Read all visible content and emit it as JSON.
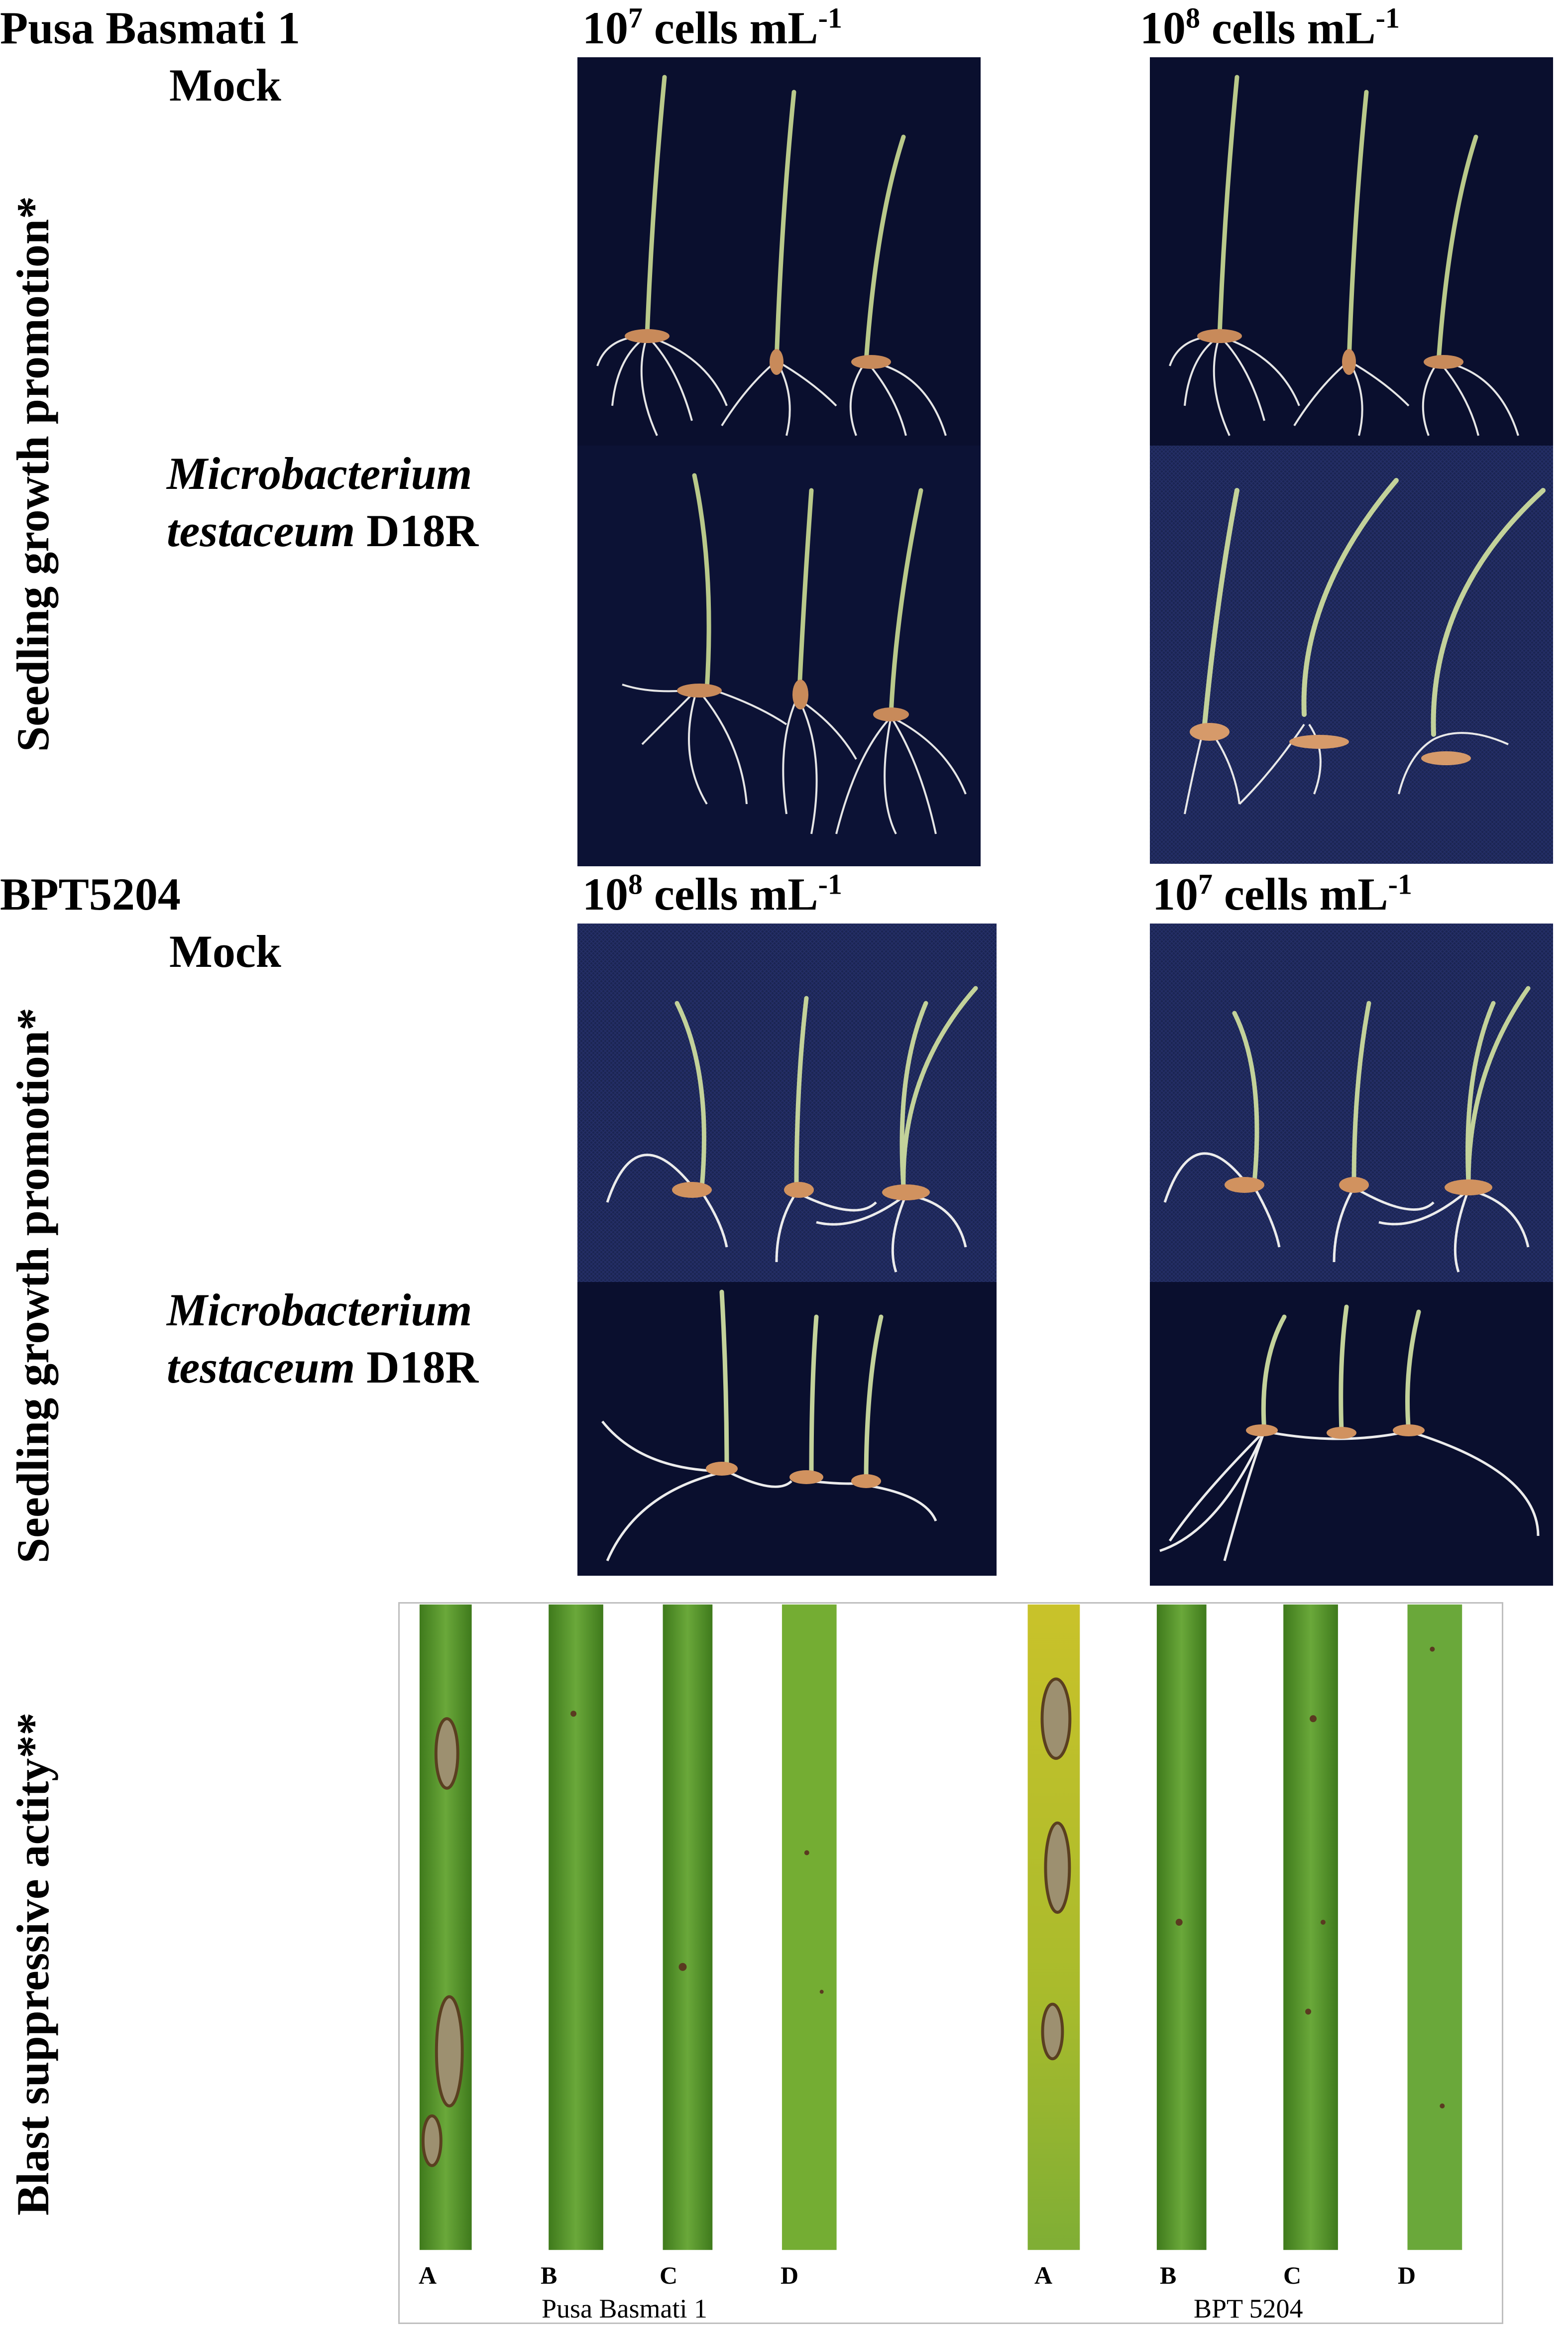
{
  "top_section": {
    "cultivar": "Pusa Basmati 1",
    "col1_conc": {
      "base": "10",
      "exp": "7",
      "unit": " cells mL",
      "unit_exp": "-1"
    },
    "col2_conc": {
      "base": "10",
      "exp": "8",
      "unit": " cells mL",
      "unit_exp": "-1"
    },
    "row1_label": "Mock",
    "row2_label_line1": "Microbacterium",
    "row2_label_line2_italic": "testaceum",
    "row2_label_line2_rest": " D18R",
    "side_label": "Seedling growth promotion*"
  },
  "middle_section": {
    "cultivar": "BPT5204",
    "col1_conc": {
      "base": "10",
      "exp": "8",
      "unit": " cells mL",
      "unit_exp": "-1"
    },
    "col2_conc": {
      "base": "10",
      "exp": "7",
      "unit": " cells mL",
      "unit_exp": "-1"
    },
    "row1_label": "Mock",
    "row2_label_line1": "Microbacterium",
    "row2_label_line2_italic": "testaceum",
    "row2_label_line2_rest": " D18R",
    "side_label": "Seedling growth promotion*"
  },
  "bottom_section": {
    "side_label": "Blast suppressive actity**",
    "leaf_letters": [
      "A",
      "B",
      "C",
      "D",
      "A",
      "B",
      "C",
      "D"
    ],
    "group1_name": "Pusa Basmati 1",
    "group2_name": "BPT 5204"
  },
  "colors": {
    "photo_bg_dark": "#0a0f2e",
    "photo_bg_blue": "#1a2350",
    "leaf_green": "#5f9a2e",
    "leaf_yellow": "#c8c22a",
    "lesion": "#8a7a5a"
  }
}
